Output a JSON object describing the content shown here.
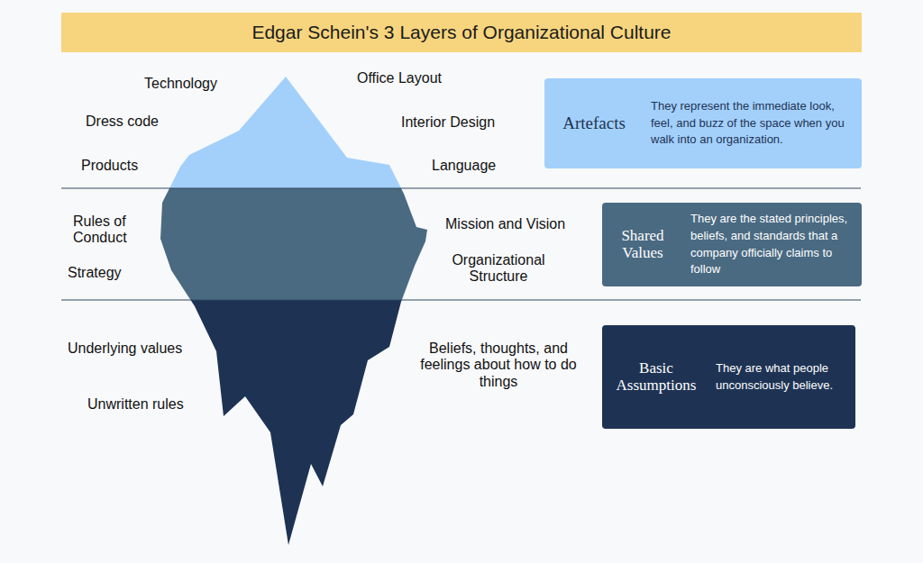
{
  "diagram": {
    "title": "Edgar Schein's 3 Layers of Organizational Culture",
    "nodes": [
      {
        "text": [
          "Artefacts",
          "They represent the immediate look, feel, and buzz of the space when you walk into an organization."
        ]
      },
      {
        "text": [
          "Shared Values",
          "They are the stated principles, beliefs, and standards that a company officially claims to follow"
        ]
      },
      {
        "text": [
          "Basic Assumptions",
          "They  are what people unconsciously believe."
        ]
      }
    ],
    "labels": [
      "Technology",
      "Dress code",
      "Products",
      "Office Layout",
      "Interior Design",
      "Language",
      "Rules of Conduct",
      "Strategy",
      "Mission and Vision",
      "Organizational Structure",
      "Underlying values",
      "Unwritten rules",
      "Beliefs, thoughts, and feelings about how to do things"
    ]
  }
}
